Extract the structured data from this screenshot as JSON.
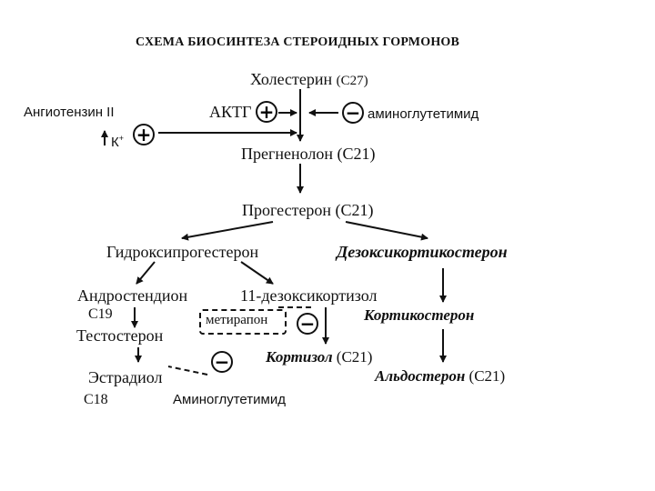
{
  "title": "СХЕМА БИОСИНТЕЗА СТЕРОИДНЫХ ГОРМОНОВ",
  "nodes": {
    "cholesterol": "Холестерин",
    "cholesterol_c": "(С27)",
    "actg": "АКТГ",
    "angiotensin": "Ангиотензин II",
    "potassium": "К",
    "potassium_sup": "+",
    "aminoglutethimide_top": "аминоглутетимид",
    "pregnenolone": "Прегненолон (С21)",
    "progesterone": "Прогестерон (С21)",
    "hydroxyprogesterone": "Гидроксипрогестерон",
    "deoxycorticosterone": "Дезоксикортикостерон",
    "androstenedione": "Андростендион",
    "c19": "С19",
    "deoxycortisol": "11-дезоксикортизол",
    "metyrapone": "метирапон",
    "corticosterone": "Кортикостерон",
    "testosterone": "Тестостерон",
    "cortisol": "Кортизол",
    "cortisol_c": "(С21)",
    "estradiol": "Эстрадиол",
    "c18": "С18",
    "aldosterone": "Альдостерон",
    "aldosterone_c": "(С21)",
    "aminoglutethimide_bottom": "Аминоглутетимид"
  },
  "signs": {
    "plus": "+",
    "minus": "−"
  }
}
